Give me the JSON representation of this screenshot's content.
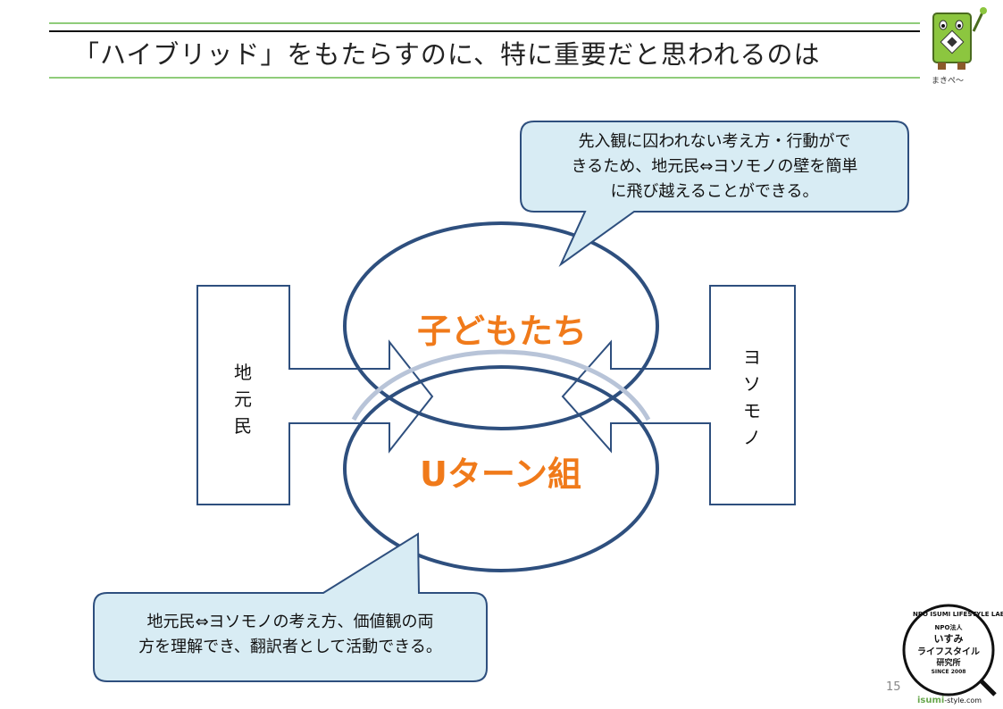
{
  "slide": {
    "title": "「ハイブリッド」をもたらすのに、特に重要だと思われるのは",
    "page_number": "15"
  },
  "diagram": {
    "top_ellipse_label": "子どもたち",
    "bottom_ellipse_label": "Uターン組",
    "left_box_label": [
      "地",
      "元",
      "民"
    ],
    "right_box_label": [
      "ヨ",
      "ソ",
      "モ",
      "ノ"
    ],
    "top_callout_lines": [
      "先入観に囚われない考え方・行動がで",
      "きるため、地元民⇔ヨソモノの壁を簡単",
      "に飛び越えることができる。"
    ],
    "bottom_callout_lines": [
      "地元民⇔ヨソモノの考え方、価値観の両",
      "方を理解でき、翻訳者として活動できる。"
    ]
  },
  "mascot": {
    "caption": "まきぺ〜"
  },
  "logo": {
    "arc_text": "NPO ISUMI LIFESTYLE LAB",
    "line1": "NPO法人",
    "line2": "いすみ",
    "line3": "ライフスタイル",
    "line4": "研究所",
    "line5": "SINCE 2008",
    "url_main": "isumi",
    "url_rest": "-style.com"
  },
  "colors": {
    "ellipse_stroke": "#3a5a8a",
    "ellipse_stroke_light": "#b8c4d8",
    "callout_fill": "#d8ecf4",
    "callout_stroke": "#3a5a8a",
    "accent_orange": "#f07a1a",
    "title_rule_green": "#8fcc7a",
    "mascot_green": "#8cc63f"
  }
}
